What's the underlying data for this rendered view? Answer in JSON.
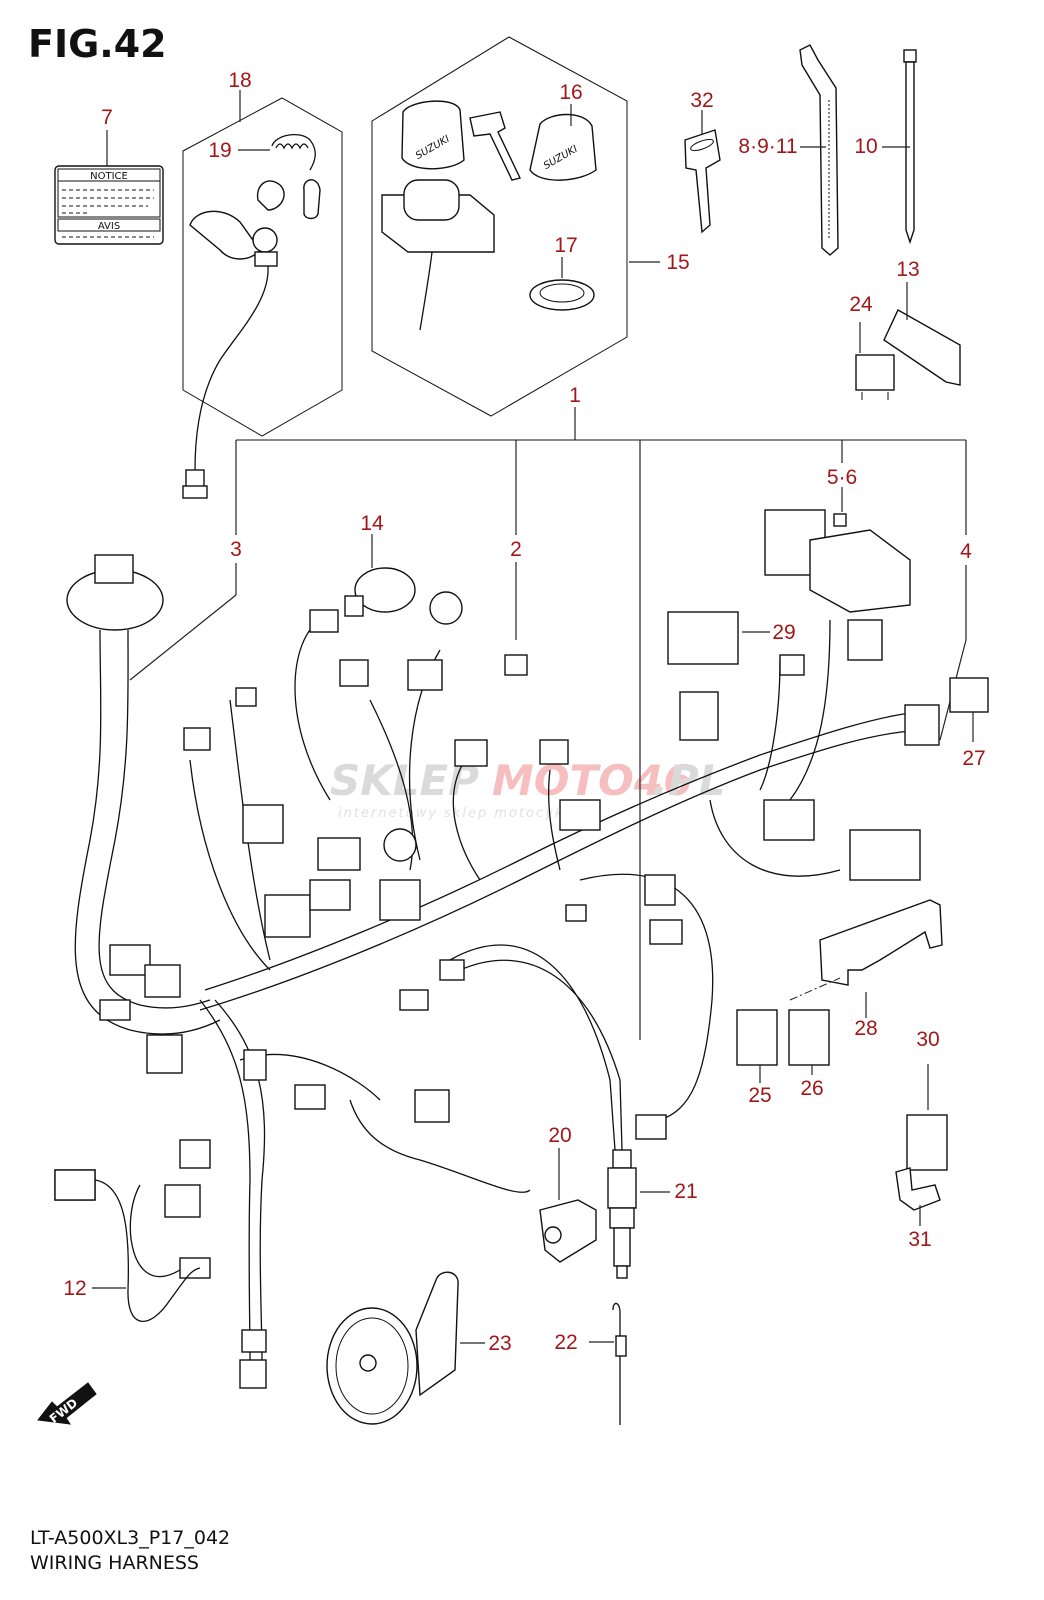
{
  "figure": {
    "title": "FIG.42",
    "model_code": "LT-A500XL3_P17_042",
    "section_name": "WIRING HARNESS"
  },
  "colors": {
    "label": "#a01818",
    "line": "#222222",
    "watermark_gray": "#c8c8c8",
    "watermark_red": "#f0a0a0"
  },
  "watermark": {
    "brand_part1": "SKLEP",
    "brand_part2": "MOTO46",
    "brand_part3": ".PL",
    "tagline": "internetowy sklep motocyklowy"
  },
  "notice_label": {
    "top_heading": "NOTICE",
    "bottom_heading": "AVIS"
  },
  "key_cap_brand": "SUZUKI",
  "fwd_indicator": "FWD",
  "callouts": [
    {
      "id": "c1",
      "text": "1"
    },
    {
      "id": "c2",
      "text": "2"
    },
    {
      "id": "c3",
      "text": "3"
    },
    {
      "id": "c4",
      "text": "4"
    },
    {
      "id": "c5_6",
      "text": "5·6"
    },
    {
      "id": "c7",
      "text": "7"
    },
    {
      "id": "c8_9_11",
      "text": "8·9·11"
    },
    {
      "id": "c10",
      "text": "10"
    },
    {
      "id": "c12",
      "text": "12"
    },
    {
      "id": "c13",
      "text": "13"
    },
    {
      "id": "c14",
      "text": "14"
    },
    {
      "id": "c15",
      "text": "15"
    },
    {
      "id": "c16",
      "text": "16"
    },
    {
      "id": "c17",
      "text": "17"
    },
    {
      "id": "c18",
      "text": "18"
    },
    {
      "id": "c19",
      "text": "19"
    },
    {
      "id": "c20",
      "text": "20"
    },
    {
      "id": "c21",
      "text": "21"
    },
    {
      "id": "c22",
      "text": "22"
    },
    {
      "id": "c23",
      "text": "23"
    },
    {
      "id": "c24",
      "text": "24"
    },
    {
      "id": "c25",
      "text": "25"
    },
    {
      "id": "c26",
      "text": "26"
    },
    {
      "id": "c27",
      "text": "27"
    },
    {
      "id": "c28",
      "text": "28"
    },
    {
      "id": "c29",
      "text": "29"
    },
    {
      "id": "c30",
      "text": "30"
    },
    {
      "id": "c31",
      "text": "31"
    },
    {
      "id": "c32",
      "text": "32"
    }
  ]
}
